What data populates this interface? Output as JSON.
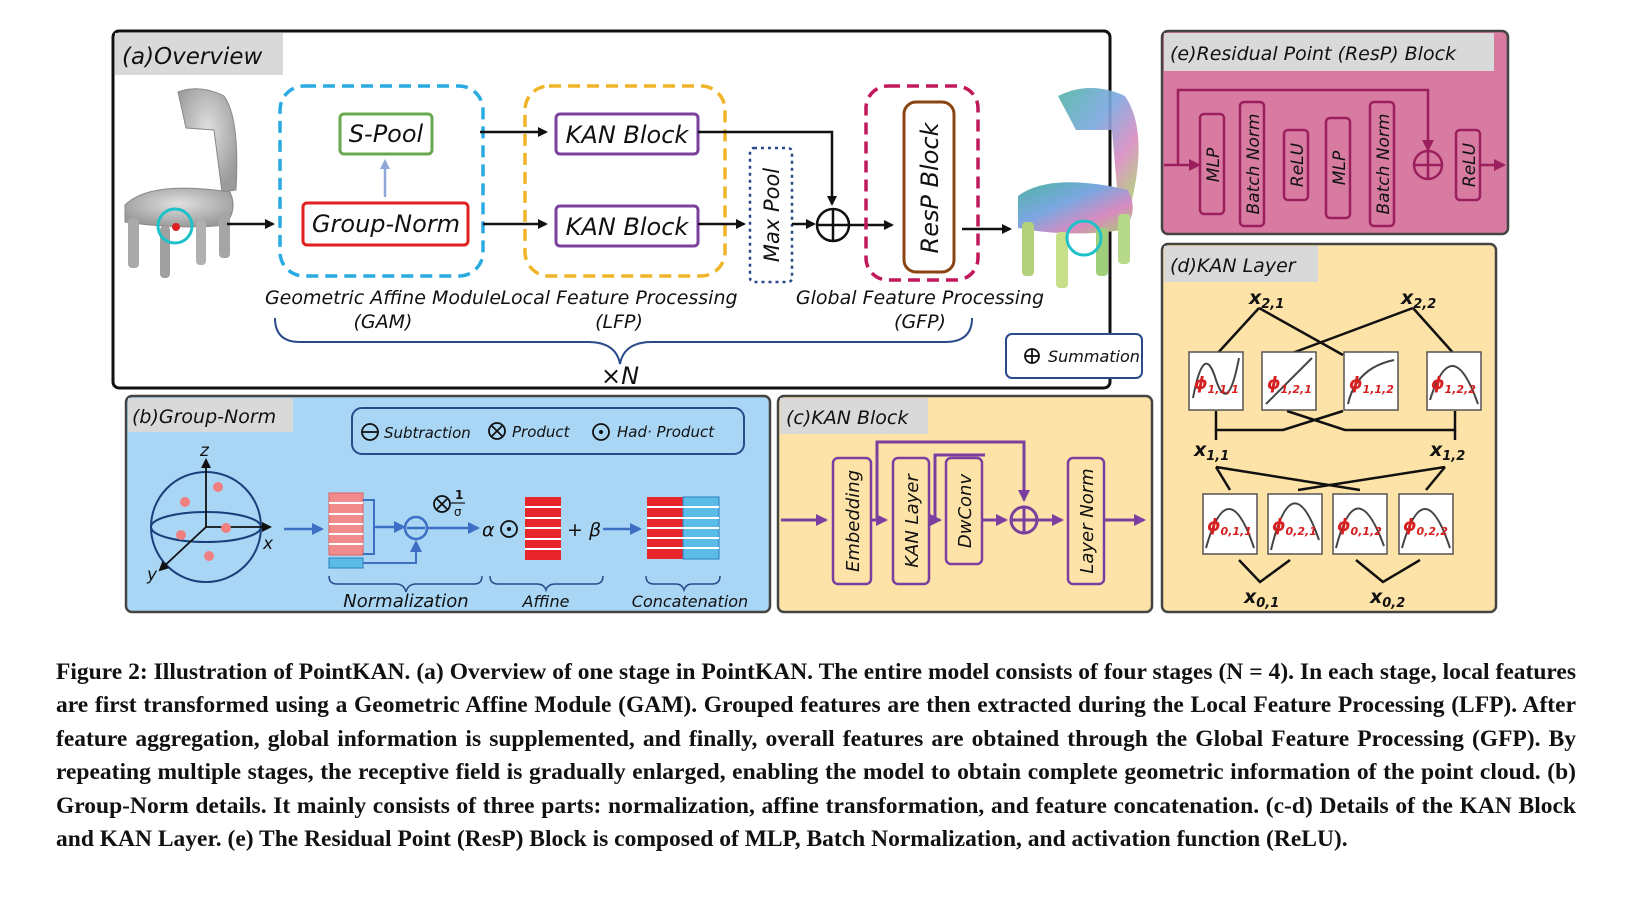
{
  "panel_a": {
    "title": "(a)Overview",
    "gam_label_1": "Geometric Affine Module",
    "gam_label_2": "(GAM)",
    "lfp_label_1": "Local Feature Processing",
    "lfp_label_2": "(LFP)",
    "gfp_label_1": "Global Feature Processing",
    "gfp_label_2": "(GFP)",
    "spool": "S-Pool",
    "group_norm": "Group-Norm",
    "kan_block_1": "KAN Block",
    "kan_block_2": "KAN Block",
    "max_pool": "Max Pool",
    "resp_block": "ResP Block",
    "repeat": "×N",
    "legend": "Summation"
  },
  "panel_b": {
    "title": "(b)Group-Norm",
    "legend_sub": "Subtraction",
    "legend_prod": "Product",
    "legend_had": "Had· Product",
    "axis_z": "z",
    "axis_x": "x",
    "axis_y": "y",
    "alpha": "α",
    "plus_beta": "+ β",
    "frac_num": "1",
    "frac_den": "σ",
    "label_norm": "Normalization",
    "label_affine": "Affine",
    "label_concat": "Concatenation"
  },
  "panel_c": {
    "title": "(c)KAN Block",
    "embedding": "Embedding",
    "kan_layer": "KAN Layer",
    "dwconv": "DwConv",
    "layer_norm": "Layer Norm"
  },
  "panel_d": {
    "title": "(d)KAN Layer",
    "x21": "x",
    "x21_sub": "2,1",
    "x22": "x",
    "x22_sub": "2,2",
    "x11": "x",
    "x11_sub": "1,1",
    "x12": "x",
    "x12_sub": "1,2",
    "x01": "x",
    "x01_sub": "0,1",
    "x02": "x",
    "x02_sub": "0,2",
    "phi": "ϕ",
    "phi_top": [
      "1,1,1",
      "1,2,1",
      "1,1,2",
      "1,2,2"
    ],
    "phi_bottom": [
      "0,1,1",
      "0,2,1",
      "0,1,2",
      "0,2,2"
    ]
  },
  "panel_e": {
    "title": "(e)Residual Point (ResP) Block",
    "blocks": [
      "MLP",
      "Batch Norm",
      "ReLU",
      "MLP",
      "Batch Norm",
      "ReLU"
    ]
  },
  "caption": {
    "label": "Figure 2: ",
    "text": "Illustration of PointKAN. (a) Overview of one stage in PointKAN. The entire model consists of four stages (N = 4). In each stage, local features are first transformed using a Geometric Affine Module (GAM). Grouped features are then extracted during the Local Feature Processing (LFP). After feature aggregation, global information is supplemented, and finally, overall features are obtained through the Global Feature Processing (GFP). By repeating multiple stages, the receptive field is gradually enlarged, enabling the model to obtain complete geometric information of the point cloud. (b) Group-Norm details. It mainly consists of three parts: normalization, affine transformation, and feature concatenation. (c-d) Details of the KAN Block and KAN Layer. (e) The Residual Point (ResP) Block is composed of MLP, Batch Normalization, and activation function (ReLU)."
  },
  "colors": {
    "gam_border": "#29abe2",
    "lfp_border": "#f0b429",
    "gfp_border": "#c2185b",
    "spool_border": "#6aa84f",
    "groupnorm_border": "#e02020",
    "kan_border": "#7b3fa0",
    "resp_border": "#8b4513",
    "panel_b_bg": "#a9d6f5",
    "panel_c_bg": "#fde3a7",
    "panel_d_bg": "#fde3a7",
    "panel_e_bg": "#d77ba1",
    "title_bg": "#d9d9d9"
  }
}
